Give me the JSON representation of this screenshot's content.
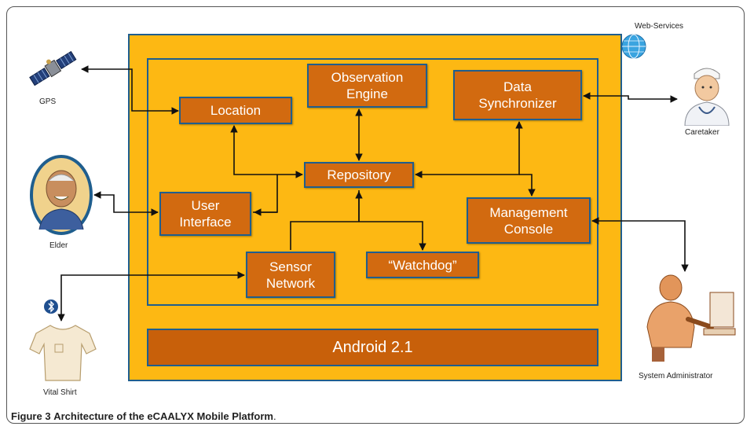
{
  "diagram": {
    "components": {
      "observation_engine": "Observation\nEngine",
      "data_synchronizer": "Data\nSynchronizer",
      "location": "Location",
      "repository": "Repository",
      "user_interface": "User\nInterface",
      "management_console": "Management\nConsole",
      "sensor_network": "Sensor\nNetwork",
      "watchdog": "“Watchdog”",
      "android": "Android 2.1"
    },
    "actors": {
      "gps": "GPS",
      "web_services": "Web-Services",
      "caretaker": "Caretaker",
      "elder": "Elder",
      "vital_shirt": "Vital Shirt",
      "system_administrator": "System Administrator"
    },
    "colors": {
      "platform": "#fdb813",
      "component": "#d26a10",
      "border": "#1f5e8e"
    }
  },
  "caption": {
    "label": "Figure 3",
    "text": "Architecture of the eCAALYX Mobile Platform",
    "period": "."
  }
}
